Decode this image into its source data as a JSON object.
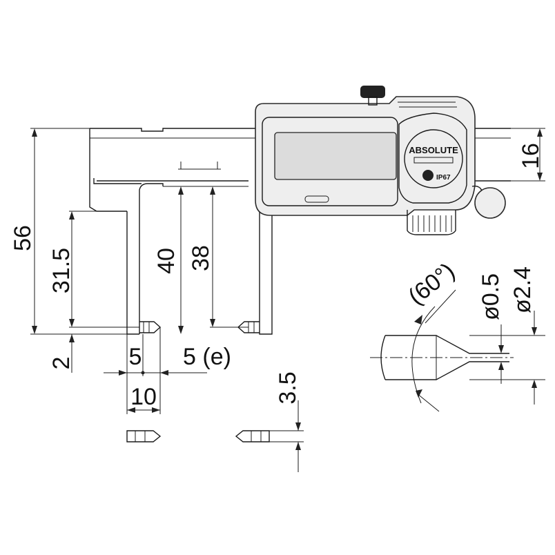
{
  "brand": {
    "logo_text": "ABSOLUTE",
    "ip_rating": "IP67"
  },
  "dimensions": {
    "overall_height": "56",
    "beam_width": "16",
    "jaw_depth_outer": "31.5",
    "jaw_length_40": "40",
    "jaw_length_38": "38",
    "offset_2": "2",
    "tip_5": "5",
    "tip_5e": "5 (e)",
    "width_10": "10",
    "tip_3_5": "3.5",
    "angle_60": "(60°)",
    "tip_dia_0_5": "ø0.5",
    "tip_dia_2_4": "ø2.4"
  }
}
